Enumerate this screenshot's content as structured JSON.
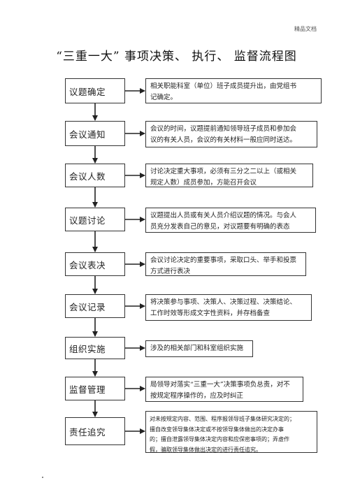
{
  "header": {
    "doc_tag": "精品文档"
  },
  "title": "“三重一大” 事项决策、 执行、 监督流程图",
  "steps": [
    {
      "label": "议题确定",
      "desc": "相关职能科室（单位）班子成员提升出，由党组书\n记确定。"
    },
    {
      "label": "会议通知",
      "desc": "会议的时间，议题提前通知领导班子成员和参加会\n议的有关人员，会议的有关材料一般应同时送达。"
    },
    {
      "label": "会议人数",
      "desc": "讨论决定重大事项，必须有三分之二以上（或相关\n规定人数）成员参加，方能召开会议"
    },
    {
      "label": "议题讨论",
      "desc": "议题提出人员或有关人员介绍议题的情况。与会人\n员充分发表自己的意见，对议题要有明确的表态"
    },
    {
      "label": "会议表决",
      "desc": "会议讨论决定的重要事项，采取口头、举手和投票\n方式进行表决"
    },
    {
      "label": "会议记录",
      "desc": "将决策参与事项、决策人、决策过程、决策结论、\n工作时效等形成文字性资料，并存档备查"
    },
    {
      "label": "组织实施",
      "desc": "涉及的相关部门和科室组织实施"
    },
    {
      "label": "监督管理",
      "desc": "局领导对落实“三重一大”决策事项负总责，对不\n按规定程序操作的，应及时纠正"
    },
    {
      "label": "责任追究",
      "desc": "对未按规定内容、范围、程序报领导班子集体研究决定的；\n擅自改变领导集体决定或不按领导集体做出的决定办事\n的；擅自泄露领导集体决定内容和应保密事项的；弄虚作\n假，骗取领导集体做出决定的进行责任追究。"
    }
  ]
}
